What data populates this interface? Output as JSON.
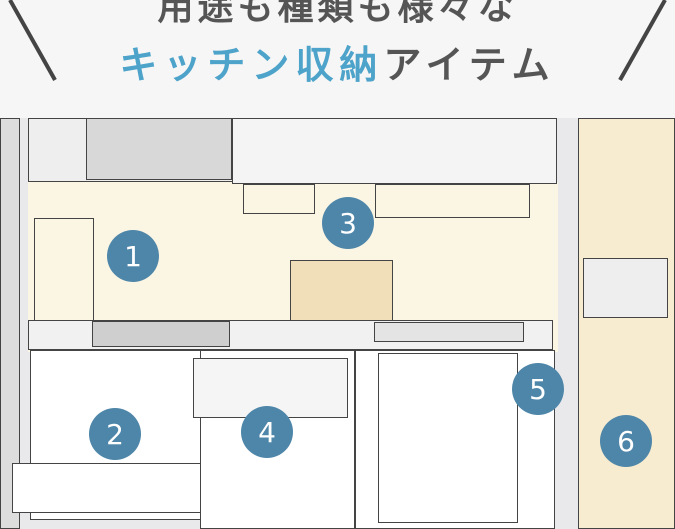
{
  "heading": {
    "line1": "用途も種類も様々な",
    "line2_accent": "キッチン収納",
    "line2_rest": "アイテム"
  },
  "colors": {
    "accent": "#4da3c9",
    "marker": "#4e86a9"
  },
  "markers": [
    "1",
    "2",
    "3",
    "4",
    "5",
    "6"
  ]
}
